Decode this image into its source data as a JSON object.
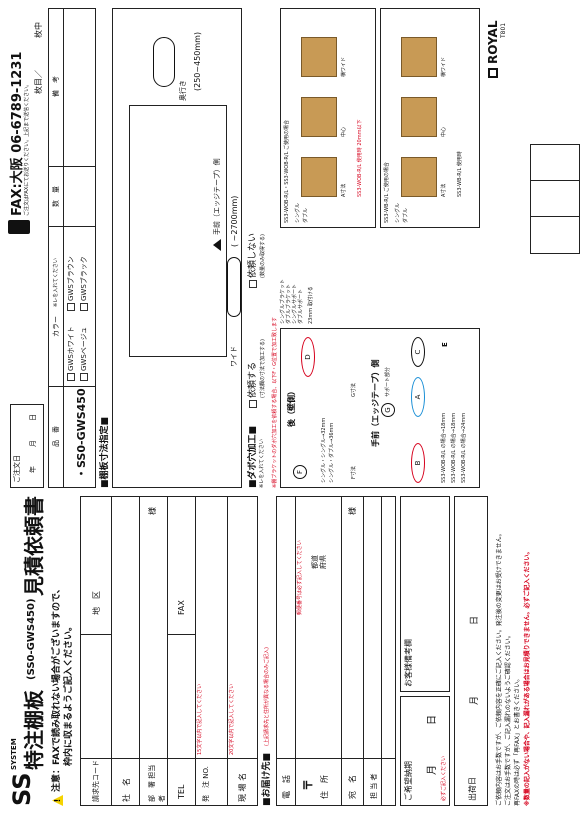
{
  "title": {
    "brand": "SS",
    "brand_sub": "SYSTEM",
    "main": "特注棚板",
    "model": "(SS0-GWS450)",
    "request": "見積依頼書"
  },
  "fax": {
    "label": "FAX:大阪 06-6789-1231",
    "note": "ご注文はFAXにてお送りください。上記まで送信ください。",
    "page_label": "枚目／",
    "total_label": "枚中"
  },
  "notice": {
    "icon": "!",
    "line1": "注意：FAXで読み取れない場合がございますので、",
    "line2": "枠内に収まるようご記入ください。"
  },
  "order_date": {
    "label": "ご注文日",
    "year": "年",
    "month": "月",
    "day": "日"
  },
  "customer": {
    "fields": [
      {
        "label": "請求先コード",
        "extra_label": "地　区",
        "extra_value": ""
      },
      {
        "label": "社　名",
        "extra_label": "",
        "extra_value": ""
      },
      {
        "label": "部　署 担当者",
        "extra_label": "",
        "extra_value": "様"
      },
      {
        "label": "TEL",
        "extra_label": "FAX",
        "extra_value": ""
      },
      {
        "label": "発　注 NO.",
        "extra_label": "",
        "extra_value": ""
      },
      {
        "label": "現 場 名",
        "extra_label": "",
        "extra_value": ""
      }
    ],
    "order_no_note": "15文字以内で記入してください",
    "site_note": "20文字以内で記入してください"
  },
  "delivery": {
    "header": "■お届け先■",
    "header_note": "(上記請求先と住所が異なる場合のみご記入)",
    "postal_label": "〒",
    "postal_note": "郵便番号",
    "pref_label": "都道 府県",
    "name_label": "郵便番号は必ず記入してください",
    "address_label": "住　所",
    "recipient_label": "宛　名",
    "recipient_suffix": "様",
    "staff_label": "担 当 者",
    "phone_label": "電　話"
  },
  "desired_date": {
    "label": "ご希望納期",
    "month": "月",
    "day": "日",
    "note": "必ずご記入ください"
  },
  "remarks": {
    "label": "お客様備考欄"
  },
  "shipping": {
    "label": "出荷日",
    "month": "月",
    "day": "日"
  },
  "product": {
    "header_name": "品　番",
    "header_color": "カラー",
    "header_color_note": "※レを入れてください",
    "header_qty": "数　量",
    "header_note": "備　考",
    "code": "・SS0-GWS450"
  },
  "colors": [
    {
      "name": "GWSホワイト"
    },
    {
      "name": "GWSベージュ"
    },
    {
      "name": "GWSブラウン"
    },
    {
      "name": "GWSブラック"
    }
  ],
  "dimension": {
    "header": "■棚板寸法指定■",
    "depth_label": "奥行き",
    "depth_range": "(250~450mm)",
    "width_label": "ワイド",
    "width_range": "( ~2700mm)",
    "front_label": "手前（エッジテープ）側"
  },
  "dabo": {
    "header": "■ダボ穴加工■",
    "header_note": "※レを入れてください",
    "yes_label": "依頼する",
    "yes_note": "(寸法欄の寸法で加工する)",
    "no_label": "依頼しない",
    "no_note": "(数量のみ取得する)",
    "warning": "※棚ブラケットのダボ穴加工を依頼する場合、以下F・G位置で加工致します",
    "back_label": "後（壁側）",
    "front_label": "手前（エッジテープ）側",
    "f_label": "F",
    "g_label": "G",
    "support_note": "サポート部分",
    "dim_single": "シングル・シングル→32mm",
    "dim_double": "シングル・ダブル→36mm",
    "dim_d": "D",
    "dim_a": "A",
    "dim_b": "B",
    "dim_c": "C",
    "dim_e": "E",
    "mm_note": "23mm 取付ける",
    "bracket_options": [
      "シングルブラケット",
      "ダブルブラケット",
      "シングルサポート",
      "ダブルサポート"
    ],
    "wob_note1": "SS3-WOB-R/L の場合→18mm",
    "wob_note2": "SS3-WOB-R/L の場合→18mm",
    "wob_note3": "SS3-WOB-R/L の場合→24mm",
    "f_dim": "F寸法",
    "g_dim": "G寸法"
  },
  "diagrams": {
    "top_title": "SS3-WOB-R/L・SS3-WOB-R/L ご使用の場合",
    "bottom_title": "SS3-WB-R/L ご使用の場合",
    "single": "シングル",
    "double": "ダブル",
    "a_label": "A寸法",
    "center": "中心",
    "wide": "横ワイド",
    "note_top": "SS3-WOB-R/L 使用時 20mm以下",
    "note_bottom": "SS3-WB-R/L 使用時"
  },
  "footer": {
    "notes": [
      "ご依頼内容はお手数ですが、ご依頼内容を正確にご記入ください。発注後の変更はお受けできません。",
      "ご注文はお手数ですが、ご記入漏れのないようご確認ください。",
      "再FAXの時は必ず「再FAX」とお書きください。",
      "※数量の記入がない場合や、記入漏れがある場合はお見積りできません。必ずご記入ください。"
    ]
  },
  "brand": {
    "logo": "ROYAL",
    "code": "T801"
  }
}
